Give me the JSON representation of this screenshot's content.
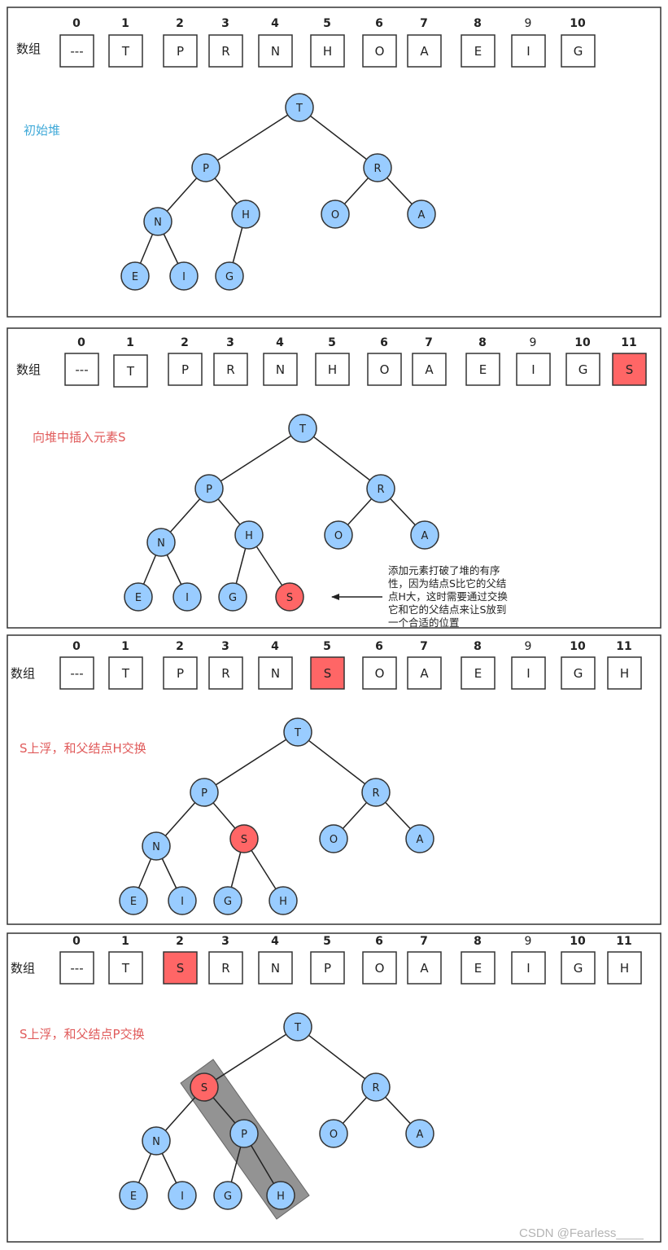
{
  "array_label": "数组",
  "colors": {
    "node_fill": "#99ccff",
    "highlight_fill": "#ff6666",
    "caption_blue": "#3fa9d8",
    "caption_red": "#e05a5a",
    "stroke": "#333333",
    "band": "#808080"
  },
  "panels": [
    {
      "caption": "初始堆",
      "indices": [
        "0",
        "1",
        "2",
        "3",
        "4",
        "5",
        "6",
        "7",
        "8",
        "9",
        "10"
      ],
      "cells": [
        "---",
        "T",
        "P",
        "R",
        "N",
        "H",
        "O",
        "A",
        "E",
        "I",
        "G"
      ],
      "highlight_index": -1,
      "nodes": [
        {
          "label": "T",
          "state": "normal"
        },
        {
          "label": "P",
          "state": "normal"
        },
        {
          "label": "R",
          "state": "normal"
        },
        {
          "label": "N",
          "state": "normal"
        },
        {
          "label": "H",
          "state": "normal"
        },
        {
          "label": "O",
          "state": "normal"
        },
        {
          "label": "A",
          "state": "normal"
        },
        {
          "label": "E",
          "state": "normal"
        },
        {
          "label": "I",
          "state": "normal"
        },
        {
          "label": "G",
          "state": "normal"
        }
      ]
    },
    {
      "caption": "向堆中插入元素S",
      "indices": [
        "0",
        "1",
        "2",
        "3",
        "4",
        "5",
        "6",
        "7",
        "8",
        "9",
        "10",
        "11"
      ],
      "cells": [
        "---",
        "T",
        "P",
        "R",
        "N",
        "H",
        "O",
        "A",
        "E",
        "I",
        "G",
        "S"
      ],
      "highlight_index": 11,
      "nodes": [
        {
          "label": "T",
          "state": "normal"
        },
        {
          "label": "P",
          "state": "normal"
        },
        {
          "label": "R",
          "state": "normal"
        },
        {
          "label": "N",
          "state": "normal"
        },
        {
          "label": "H",
          "state": "normal"
        },
        {
          "label": "O",
          "state": "normal"
        },
        {
          "label": "A",
          "state": "normal"
        },
        {
          "label": "E",
          "state": "normal"
        },
        {
          "label": "I",
          "state": "normal"
        },
        {
          "label": "G",
          "state": "normal"
        },
        {
          "label": "S",
          "state": "highlight"
        }
      ],
      "note": [
        "添加元素打破了堆的有序",
        "性，因为结点S比它的父结",
        "点H大，这时需要通过交换",
        "它和它的父结点来让S放到",
        "一个合适的位置"
      ]
    },
    {
      "caption": "S上浮，和父结点H交换",
      "indices": [
        "0",
        "1",
        "2",
        "3",
        "4",
        "5",
        "6",
        "7",
        "8",
        "9",
        "10",
        "11"
      ],
      "cells": [
        "---",
        "T",
        "P",
        "R",
        "N",
        "S",
        "O",
        "A",
        "E",
        "I",
        "G",
        "H"
      ],
      "highlight_index": 5,
      "nodes": [
        {
          "label": "T",
          "state": "normal"
        },
        {
          "label": "P",
          "state": "normal"
        },
        {
          "label": "R",
          "state": "normal"
        },
        {
          "label": "N",
          "state": "normal"
        },
        {
          "label": "S",
          "state": "highlight"
        },
        {
          "label": "O",
          "state": "normal"
        },
        {
          "label": "A",
          "state": "normal"
        },
        {
          "label": "E",
          "state": "normal"
        },
        {
          "label": "I",
          "state": "normal"
        },
        {
          "label": "G",
          "state": "normal"
        },
        {
          "label": "H",
          "state": "normal"
        }
      ]
    },
    {
      "caption": "S上浮，和父结点P交换",
      "indices": [
        "0",
        "1",
        "2",
        "3",
        "4",
        "5",
        "6",
        "7",
        "8",
        "9",
        "10",
        "11"
      ],
      "cells": [
        "---",
        "T",
        "S",
        "R",
        "N",
        "P",
        "O",
        "A",
        "E",
        "I",
        "G",
        "H"
      ],
      "highlight_index": 2,
      "nodes": [
        {
          "label": "T",
          "state": "normal"
        },
        {
          "label": "S",
          "state": "highlight"
        },
        {
          "label": "R",
          "state": "normal"
        },
        {
          "label": "N",
          "state": "normal"
        },
        {
          "label": "P",
          "state": "normal"
        },
        {
          "label": "O",
          "state": "normal"
        },
        {
          "label": "A",
          "state": "normal"
        },
        {
          "label": "E",
          "state": "normal"
        },
        {
          "label": "I",
          "state": "normal"
        },
        {
          "label": "G",
          "state": "normal"
        },
        {
          "label": "H",
          "state": "normal"
        }
      ]
    }
  ],
  "watermark": "CSDN @Fearless____"
}
